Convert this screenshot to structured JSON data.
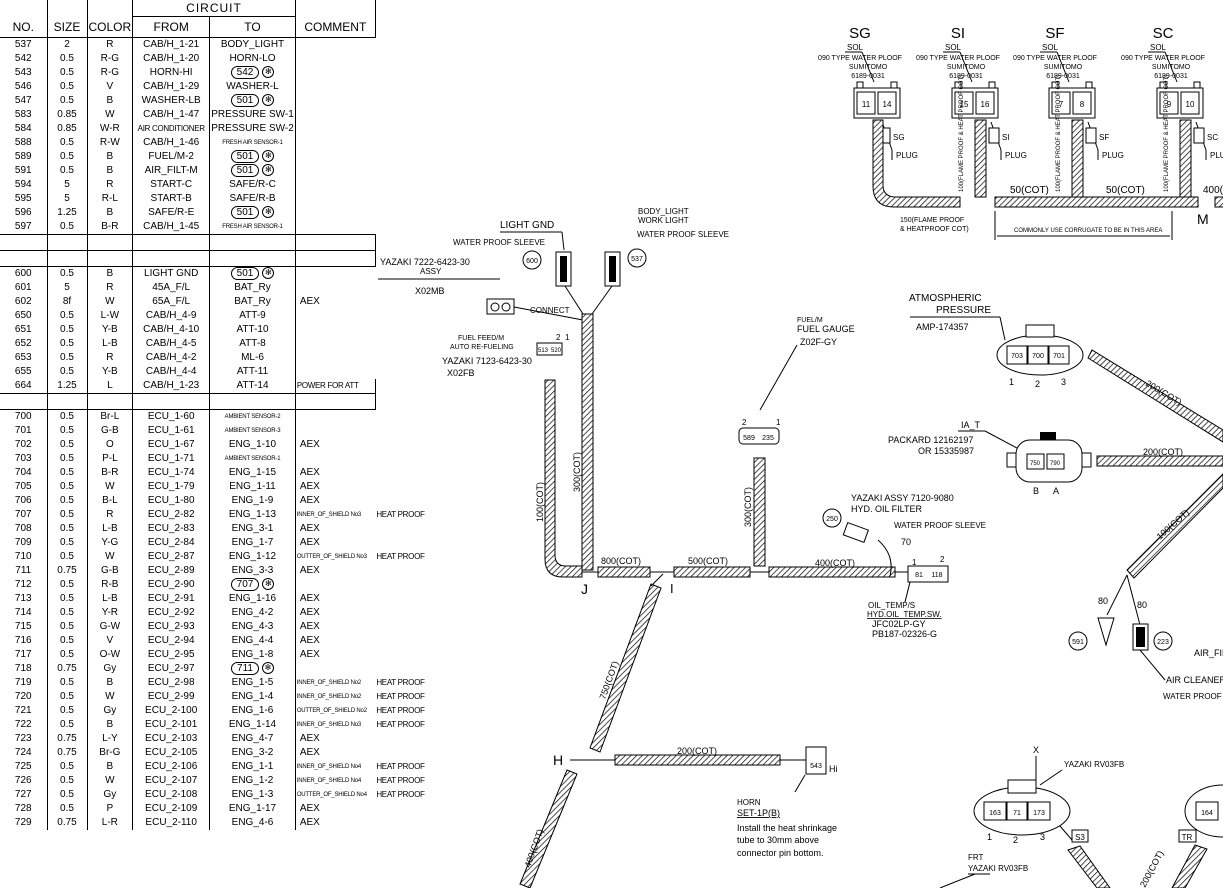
{
  "table": {
    "header": {
      "circuit": "CIRCUIT",
      "no": "NO.",
      "size": "SIZE",
      "color": "COLOR",
      "from": "FROM",
      "to": "TO",
      "comment": "COMMENT"
    },
    "rows": [
      {
        "no": "537",
        "size": "2",
        "color": "R",
        "from": "CAB/H_1-21",
        "to": "BODY_LIGHT",
        "comment": ""
      },
      {
        "no": "542",
        "size": "0.5",
        "color": "R-G",
        "from": "CAB/H_1-20",
        "to": "HORN-LO",
        "comment": ""
      },
      {
        "no": "543",
        "size": "0.5",
        "color": "R-G",
        "from": "HORN-HI",
        "to": "",
        "oval": "542",
        "comment": ""
      },
      {
        "no": "546",
        "size": "0.5",
        "color": "V",
        "from": "CAB/H_1-29",
        "to": "WASHER-L",
        "comment": ""
      },
      {
        "no": "547",
        "size": "0.5",
        "color": "B",
        "from": "WASHER-LB",
        "to": "",
        "oval": "501",
        "comment": ""
      },
      {
        "no": "583",
        "size": "0.85",
        "color": "W",
        "from": "CAB/H_1-47",
        "to": "PRESSURE SW-1",
        "comment": ""
      },
      {
        "no": "584",
        "size": "0.85",
        "color": "W-R",
        "from": "AIR CONDITIONER",
        "to": "PRESSURE SW-2",
        "comment": ""
      },
      {
        "no": "588",
        "size": "0.5",
        "color": "R-W",
        "from": "CAB/H_1-46",
        "to": "FRESH AIR SENSOR-1",
        "comment": ""
      },
      {
        "no": "589",
        "size": "0.5",
        "color": "B",
        "from": "FUEL/M-2",
        "to": "",
        "oval": "501",
        "comment": ""
      },
      {
        "no": "591",
        "size": "0.5",
        "color": "B",
        "from": "AIR_FILT-M",
        "to": "",
        "oval": "501",
        "comment": ""
      },
      {
        "no": "594",
        "size": "5",
        "color": "R",
        "from": "START-C",
        "to": "SAFE/R-C",
        "comment": ""
      },
      {
        "no": "595",
        "size": "5",
        "color": "R-L",
        "from": "START-B",
        "to": "SAFE/R-B",
        "comment": ""
      },
      {
        "no": "596",
        "size": "1.25",
        "color": "B",
        "from": "SAFE/R-E",
        "to": "",
        "oval": "501",
        "comment": ""
      },
      {
        "no": "597",
        "size": "0.5",
        "color": "B-R",
        "from": "CAB/H_1-45",
        "to": "FRESH AIR SENSOR-1",
        "comment": ""
      },
      {
        "spacer": true
      },
      {
        "spacer": true
      },
      {
        "no": "600",
        "size": "0.5",
        "color": "B",
        "from": "LIGHT GND",
        "to": "",
        "oval": "501",
        "comment": ""
      },
      {
        "no": "601",
        "size": "5",
        "color": "R",
        "from": "45A_F/L",
        "to": "BAT_Ry",
        "comment": ""
      },
      {
        "no": "602",
        "size": "8f",
        "color": "W",
        "from": "65A_F/L",
        "to": "BAT_Ry",
        "comment": "AEX"
      },
      {
        "no": "650",
        "size": "0.5",
        "color": "L-W",
        "from": "CAB/H_4-9",
        "to": "ATT-9",
        "comment": ""
      },
      {
        "no": "651",
        "size": "0.5",
        "color": "Y-B",
        "from": "CAB/H_4-10",
        "to": "ATT-10",
        "comment": ""
      },
      {
        "no": "652",
        "size": "0.5",
        "color": "L-B",
        "from": "CAB/H_4-5",
        "to": "ATT-8",
        "comment": ""
      },
      {
        "no": "653",
        "size": "0.5",
        "color": "R",
        "from": "CAB/H_4-2",
        "to": "ML-6",
        "comment": ""
      },
      {
        "no": "655",
        "size": "0.5",
        "color": "Y-B",
        "from": "CAB/H_4-4",
        "to": "ATT-11",
        "comment": ""
      },
      {
        "no": "664",
        "size": "1.25",
        "color": "L",
        "from": "CAB/H_1-23",
        "to": "ATT-14",
        "comment": "POWER FOR ATT"
      },
      {
        "spacer": true
      },
      {
        "no": "700",
        "size": "0.5",
        "color": "Br-L",
        "from": "ECU_1-60",
        "to": "AMBIENT SENSOR-2",
        "comment": ""
      },
      {
        "no": "701",
        "size": "0.5",
        "color": "G-B",
        "from": "ECU_1-61",
        "to": "AMBIENT SENSOR-3",
        "comment": ""
      },
      {
        "no": "702",
        "size": "0.5",
        "color": "O",
        "from": "ECU_1-67",
        "to": "ENG_1-10",
        "comment": "AEX"
      },
      {
        "no": "703",
        "size": "0.5",
        "color": "P-L",
        "from": "ECU_1-71",
        "to": "AMBIENT SENSOR-1",
        "comment": ""
      },
      {
        "no": "704",
        "size": "0.5",
        "color": "B-R",
        "from": "ECU_1-74",
        "to": "ENG_1-15",
        "comment": "AEX"
      },
      {
        "no": "705",
        "size": "0.5",
        "color": "W",
        "from": "ECU_1-79",
        "to": "ENG_1-11",
        "comment": "AEX"
      },
      {
        "no": "706",
        "size": "0.5",
        "color": "B-L",
        "from": "ECU_1-80",
        "to": "ENG_1-9",
        "comment": "AEX"
      },
      {
        "no": "707",
        "size": "0.5",
        "color": "R",
        "from": "ECU_2-82",
        "to": "ENG_1-13",
        "comment": "INNER_OF_SHIELD No3",
        "extra": "HEAT PROOF"
      },
      {
        "no": "708",
        "size": "0.5",
        "color": "L-B",
        "from": "ECU_2-83",
        "to": "ENG_3-1",
        "comment": "AEX"
      },
      {
        "no": "709",
        "size": "0.5",
        "color": "Y-G",
        "from": "ECU_2-84",
        "to": "ENG_1-7",
        "comment": "AEX"
      },
      {
        "no": "710",
        "size": "0.5",
        "color": "W",
        "from": "ECU_2-87",
        "to": "ENG_1-12",
        "comment": "OUTTER_OF_SHIELD No3",
        "extra": "HEAT PROOF"
      },
      {
        "no": "711",
        "size": "0.75",
        "color": "G-B",
        "from": "ECU_2-89",
        "to": "ENG_3-3",
        "comment": "AEX"
      },
      {
        "no": "712",
        "size": "0.5",
        "color": "R-B",
        "from": "ECU_2-90",
        "to": "",
        "oval": "707",
        "comment": ""
      },
      {
        "no": "713",
        "size": "0.5",
        "color": "L-B",
        "from": "ECU_2-91",
        "to": "ENG_1-16",
        "comment": "AEX"
      },
      {
        "no": "714",
        "size": "0.5",
        "color": "Y-R",
        "from": "ECU_2-92",
        "to": "ENG_4-2",
        "comment": "AEX"
      },
      {
        "no": "715",
        "size": "0.5",
        "color": "G-W",
        "from": "ECU_2-93",
        "to": "ENG_4-3",
        "comment": "AEX"
      },
      {
        "no": "716",
        "size": "0.5",
        "color": "V",
        "from": "ECU_2-94",
        "to": "ENG_4-4",
        "comment": "AEX"
      },
      {
        "no": "717",
        "size": "0.5",
        "color": "O-W",
        "from": "ECU_2-95",
        "to": "ENG_1-8",
        "comment": "AEX"
      },
      {
        "no": "718",
        "size": "0.75",
        "color": "Gy",
        "from": "ECU_2-97",
        "to": "",
        "oval": "711",
        "comment": ""
      },
      {
        "no": "719",
        "size": "0.5",
        "color": "B",
        "from": "ECU_2-98",
        "to": "ENG_1-5",
        "comment": "INNER_OF_SHIELD No2",
        "extra": "HEAT PROOF"
      },
      {
        "no": "720",
        "size": "0.5",
        "color": "W",
        "from": "ECU_2-99",
        "to": "ENG_1-4",
        "comment": "INNER_OF_SHIELD No2",
        "extra": "HEAT PROOF"
      },
      {
        "no": "721",
        "size": "0.5",
        "color": "Gy",
        "from": "ECU_2-100",
        "to": "ENG_1-6",
        "comment": "OUTTER_OF_SHIELD No2",
        "extra": "HEAT PROOF"
      },
      {
        "no": "722",
        "size": "0.5",
        "color": "B",
        "from": "ECU_2-101",
        "to": "ENG_1-14",
        "comment": "INNER_OF_SHIELD No3",
        "extra": "HEAT PROOF"
      },
      {
        "no": "723",
        "size": "0.75",
        "color": "L-Y",
        "from": "ECU_2-103",
        "to": "ENG_4-7",
        "comment": "AEX"
      },
      {
        "no": "724",
        "size": "0.75",
        "color": "Br-G",
        "from": "ECU_2-105",
        "to": "ENG_3-2",
        "comment": "AEX"
      },
      {
        "no": "725",
        "size": "0.5",
        "color": "B",
        "from": "ECU_2-106",
        "to": "ENG_1-1",
        "comment": "INNER_OF_SHIELD No4",
        "extra": "HEAT PROOF"
      },
      {
        "no": "726",
        "size": "0.5",
        "color": "W",
        "from": "ECU_2-107",
        "to": "ENG_1-2",
        "comment": "INNER_OF_SHIELD No4",
        "extra": "HEAT PROOF"
      },
      {
        "no": "727",
        "size": "0.5",
        "color": "Gy",
        "from": "ECU_2-108",
        "to": "ENG_1-3",
        "comment": "OUTTER_OF_SHIELD No4",
        "extra": "HEAT PROOF"
      },
      {
        "no": "728",
        "size": "0.5",
        "color": "P",
        "from": "ECU_2-109",
        "to": "ENG_1-17",
        "comment": "AEX"
      },
      {
        "no": "729",
        "size": "0.75",
        "color": "L-R",
        "from": "ECU_2-110",
        "to": "ENG_4-6",
        "comment": "AEX"
      }
    ]
  },
  "diagram": {
    "solenoids": [
      {
        "label": "SG",
        "sol": "SOL",
        "type": "090 TYPE WATER PLOOF",
        "maker": "SUMITOMO",
        "part": "6189-0031",
        "pins": [
          "11",
          "14"
        ],
        "tag": "SG",
        "plug": "PLUG"
      },
      {
        "label": "SI",
        "sol": "SOL",
        "type": "090 TYPE WATER PLOOF",
        "maker": "SUMITOMO",
        "part": "6189-0031",
        "pins": [
          "15",
          "16"
        ],
        "tag": "SI",
        "plug": "PLUG"
      },
      {
        "label": "SF",
        "sol": "SOL",
        "type": "090 TYPE WATER PLOOF",
        "maker": "SUMITOMO",
        "part": "6189-0031",
        "pins": [
          "7",
          "8"
        ],
        "tag": "SF",
        "plug": "PLUG"
      },
      {
        "label": "SC",
        "sol": "SOL",
        "type": "090 TYPE WATER PLOOF",
        "maker": "SUMITOMO",
        "part": "6189-0031",
        "pins": [
          "9",
          "10"
        ],
        "tag": "SC",
        "plug": "PLUG"
      }
    ],
    "flame_proof": "100(FLAME PROOF & HEAT PROOF COT)",
    "seg_50a": "50(COT)",
    "seg_50b": "50(COT)",
    "seg_400": "400(",
    "m_label": "M",
    "flame150_1": "150(FLAME PROOF",
    "flame150_2": "& HEATPROOF COT)",
    "corrugate_note": "COMMONLY USE CORRUGATE TO BE IN THIS AREA",
    "light_gnd": "LIGHT GND",
    "body_light_1": "BODY_LIGHT",
    "body_light_2": "WORK LIGHT",
    "wp_sleeve": "WATER PROOF SLEEVE",
    "circle_600": "600",
    "circle_537": "537",
    "yazaki_1": "YAZAKI 7222-6423-30",
    "assy": "ASSY",
    "x02mb": "X02MB",
    "connect": "CONNECT",
    "fuel_feed_1": "FUEL FEED/M",
    "fuel_feed_2": "AUTO RE-FUELING",
    "yazaki_2": "YAZAKI 7123-6423-30",
    "x02fb": "X02FB",
    "pins_513_520": [
      "513",
      "520"
    ],
    "pin_2": "2",
    "pin_1": "1",
    "seg_300": "300(COT)",
    "seg_100": "100(COT)",
    "seg_800": "800(COT)",
    "seg_500": "500(COT)",
    "seg_400b": "400(COT)",
    "seg_300b": "300(COT)",
    "seg_750": "750(COT)",
    "seg_200h": "200(COT)",
    "seg_400c": "400(COT)",
    "lbl_J": "J",
    "lbl_I": "I",
    "lbl_H": "H",
    "fuel_m": "FUEL/M",
    "fuel_gauge": "FUEL GAUGE",
    "z02f": "Z02F-GY",
    "pins_589_235": [
      "589",
      "235"
    ],
    "yazaki_3": "YAZAKI   ASSY 7120-9080",
    "hyd_filter": "HYD. OIL FILTER",
    "wp_sleeve2": "WATER PROOF SLEEVE",
    "circle_250": "250",
    "num_70": "70",
    "pins_81_118": [
      "81",
      "118"
    ],
    "oil_temp_1": "OIL_TEMP/S",
    "oil_temp_2": "HYD.OIL_TEMP.SW.",
    "oil_temp_3": "JFC02LP-GY",
    "oil_temp_4": "PB187-02326-G",
    "atm_1": "ATMOSPHERIC",
    "atm_2": "PRESSURE",
    "amp": "AMP-174357",
    "pins_703": [
      "703",
      "700",
      "701"
    ],
    "nums_123": [
      "1",
      "2",
      "3"
    ],
    "seg_200a": "200(COT)",
    "ia_t": "IA_T",
    "packard_1": "PACKARD 12162197",
    "packard_2": "OR 15335987",
    "pins_750": [
      "750",
      "790"
    ],
    "ba": [
      "B",
      "A"
    ],
    "seg_200b": "200(COT)",
    "seg_100b": "100(COT)",
    "num_80a": "80",
    "num_80b": "80",
    "circle_591": "591",
    "circle_223": "223",
    "air_fil": "AIR_FIL",
    "air_cleaner": "AIR CLEANER",
    "wp_sleeve3": "WATER PROOF",
    "horn_pin": "543",
    "horn_hi": "Hi",
    "horn_1": "HORN",
    "horn_2": "SET-1P(B)",
    "horn_note_1": "Install the heat shrinkage",
    "horn_note_2": "tube to 30mm above",
    "horn_note_3": "connector pin bottom.",
    "x_label": "X",
    "yazaki_rv": "YAZAKI RV03FB",
    "pins_163": [
      "163",
      "71",
      "173"
    ],
    "s3": "S3",
    "tr": "TR",
    "pin_164": "164",
    "frt": "FRT",
    "yazaki_rv2": "YAZAKI RV03FB",
    "seg_200c": "200(COT)"
  }
}
